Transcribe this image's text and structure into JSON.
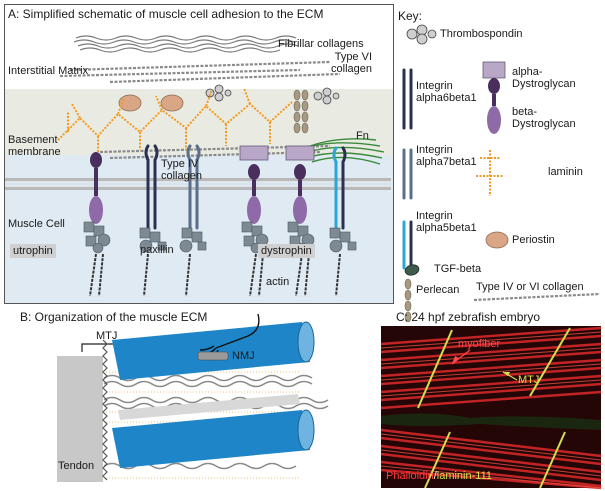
{
  "panel_a": {
    "title": "A: Simplified schematic of muscle cell adhesion to the ECM",
    "regions": {
      "interstitial": "Interstitial Matrix",
      "basement": "Basement membrane",
      "cell": "Muscle Cell"
    },
    "labels": {
      "fibrillar": "Fibrillar collagens",
      "type_vi": "Type VI collagen",
      "type_iv": "Type IV collagen",
      "fn": "Fn",
      "utrophin": "utrophin",
      "paxillin": "paxillin",
      "dystrophin": "dystrophin",
      "actin": "actin"
    }
  },
  "key": {
    "title": "Key:",
    "thrombospondin": "Thrombospondin",
    "integrin_a6b1": "Integrin alpha6beta1",
    "alpha_dg": "alpha-Dystroglycan",
    "beta_dg": "beta-Dystroglycan",
    "integrin_a7b1": "Integrin alpha7beta1",
    "laminin": "laminin",
    "integrin_a5b1": "Integrin alpha5beta1",
    "periostin": "Periostin",
    "tgf": "TGF-beta",
    "perlecan": "Perlecan",
    "collagen_iv_vi": "Type IV or VI collagen"
  },
  "panel_b": {
    "title": "B: Organization of the muscle ECM",
    "mtj": "MTJ",
    "nmj": "NMJ",
    "tendon": "Tendon"
  },
  "panel_c": {
    "title": "C: 24 hpf zebrafish embryo",
    "myofiber": "myofiber",
    "mtj": "MTJ",
    "stain_red": "Phalloidin",
    "stain_sep": "/",
    "stain_green": "laminin-111"
  },
  "colors": {
    "integrin_a6": "#2b3050",
    "integrin_a7": "#5a6e8c",
    "integrin_a5": "#2aa6d8",
    "dystroglycan": "#8f6aa8",
    "dystroglycan_dark": "#4a2f5e",
    "laminin": "#f39a1e",
    "periostin": "#d9a785",
    "fiber_blue": "#1e86c8",
    "fn_green": "#3b8a3b",
    "membrane_gray": "#b8b8b8"
  }
}
